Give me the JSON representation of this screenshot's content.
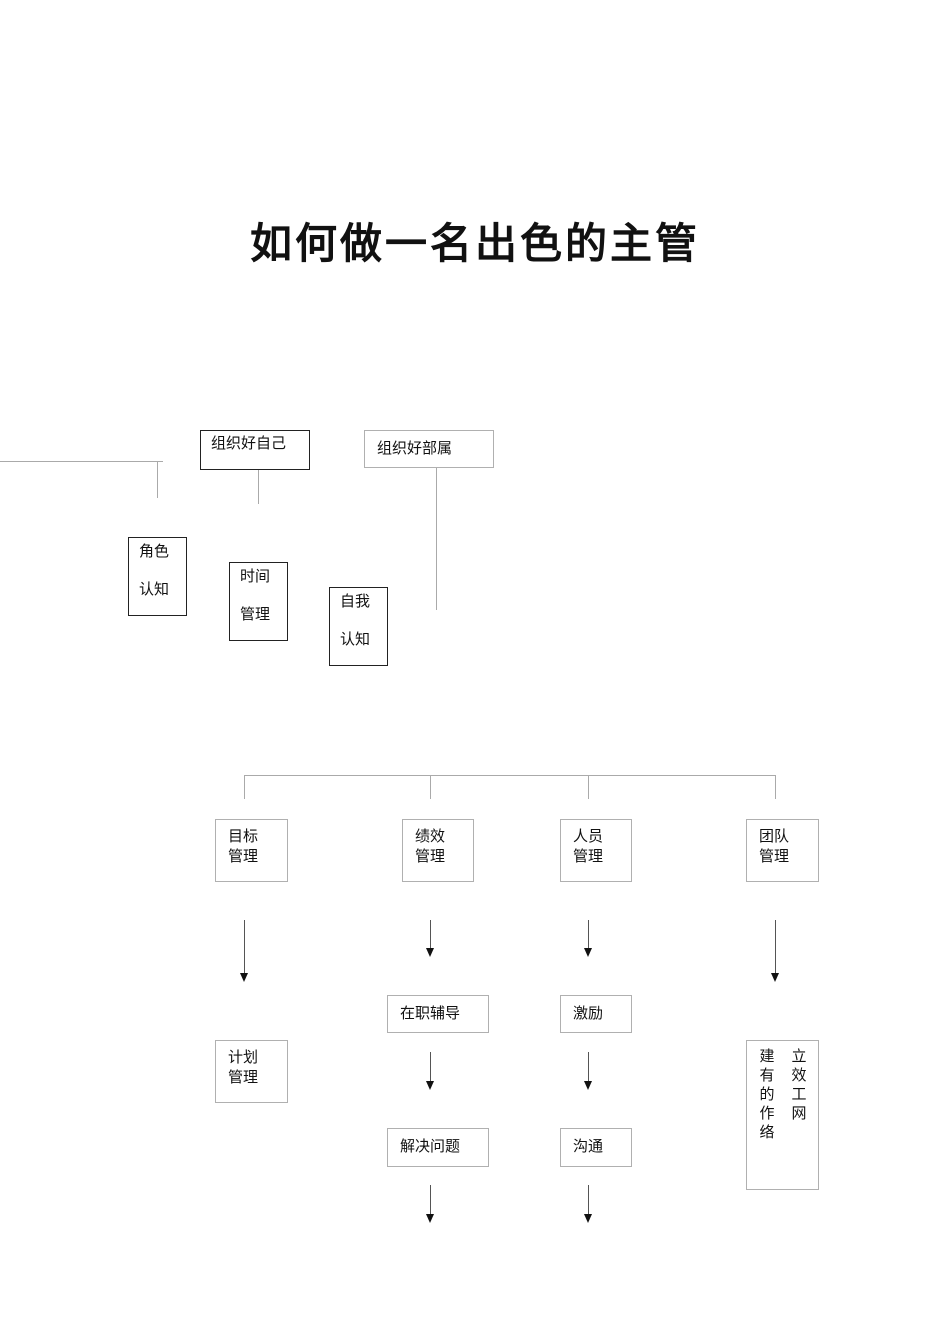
{
  "title": "如何做一名出色的主管",
  "top_section": {
    "organize_self": "组织好自己",
    "organize_subordinates": "组织好部属",
    "role_awareness": [
      "角色",
      "认知"
    ],
    "time_management": [
      "时间",
      "管理"
    ],
    "self_awareness": [
      "自我",
      "认知"
    ]
  },
  "bottom_section": {
    "columns": [
      {
        "header": [
          "目标",
          "管理"
        ],
        "items": [
          [
            "计划",
            "管理"
          ]
        ]
      },
      {
        "header": [
          "绩效",
          "管理"
        ],
        "items": [
          [
            "在职辅导"
          ],
          [
            "解决问题"
          ]
        ]
      },
      {
        "header": [
          "人员",
          "管理"
        ],
        "items": [
          [
            "激励"
          ],
          [
            "沟通"
          ]
        ]
      },
      {
        "header": [
          "团队",
          "管理"
        ],
        "items": [
          [
            "建",
            "有",
            "的",
            "作",
            "络"
          ],
          [
            "立",
            "效",
            "工",
            "网"
          ]
        ]
      }
    ]
  }
}
